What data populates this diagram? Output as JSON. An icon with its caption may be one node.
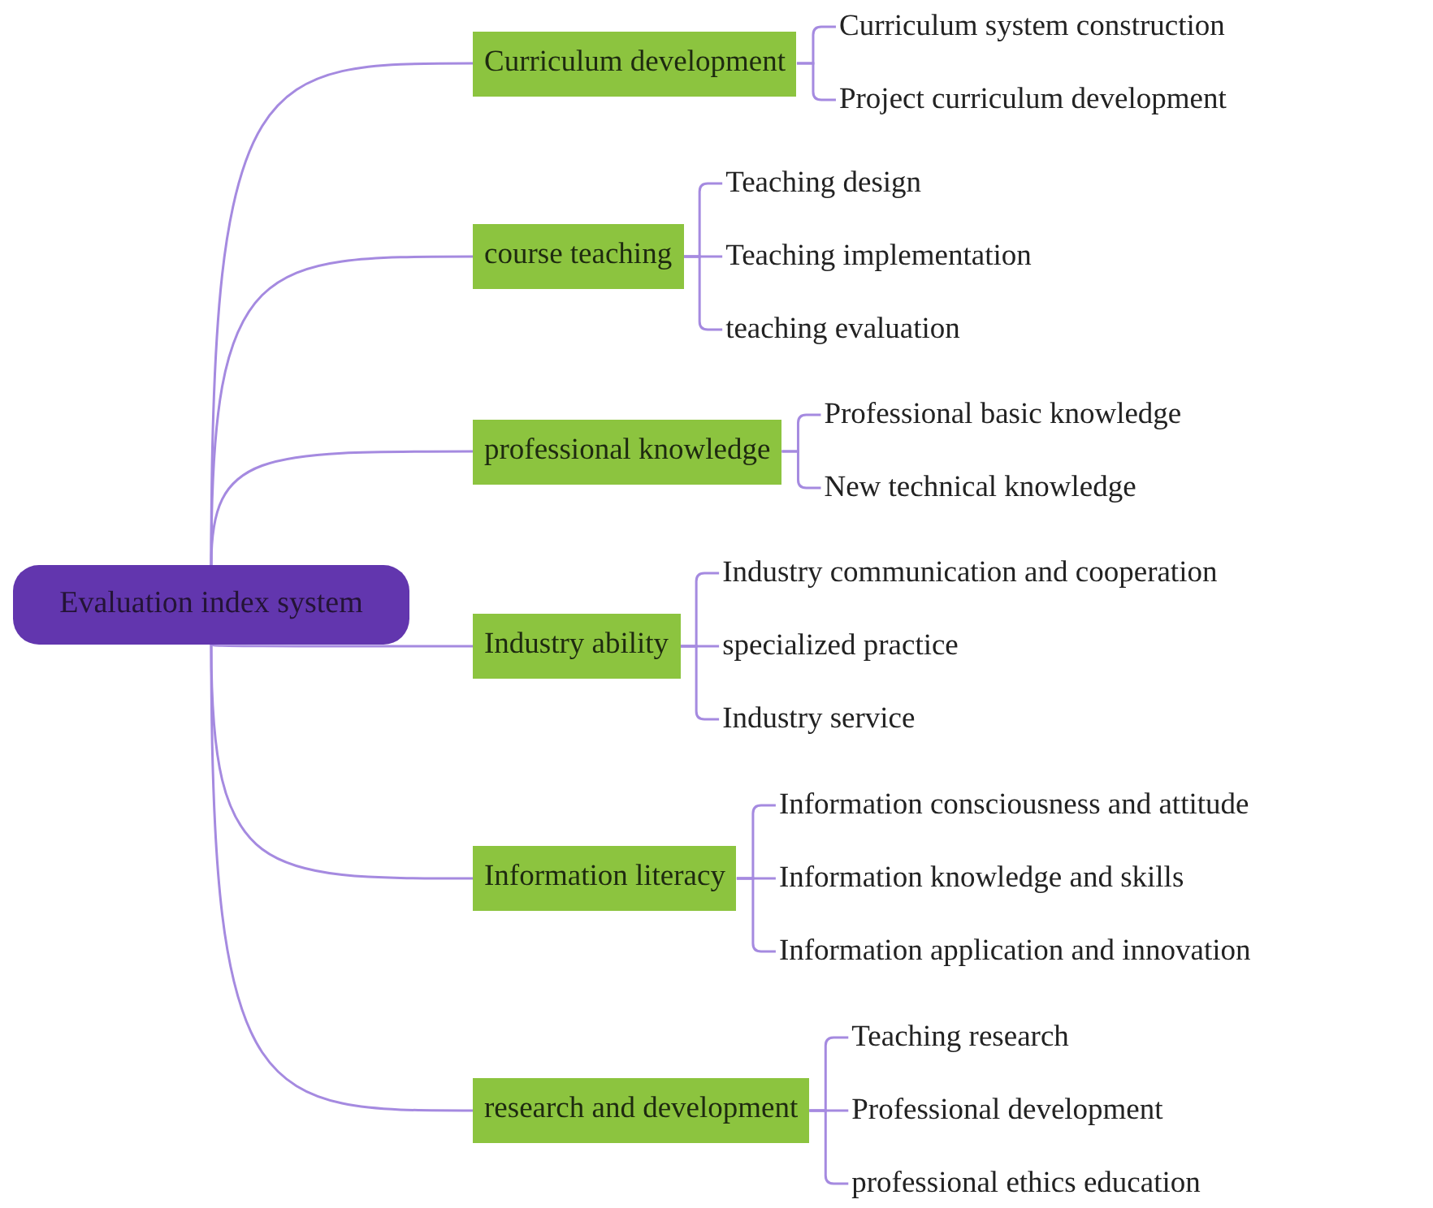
{
  "diagram": {
    "nodes": [
      {
        "text": [
          "Evaluation index system"
        ]
      },
      {
        "text": [
          "Curriculum development"
        ]
      },
      {
        "text": [
          "Curriculum system construction"
        ]
      },
      {
        "text": [
          "Project curriculum development"
        ]
      },
      {
        "text": [
          "course teaching"
        ]
      },
      {
        "text": [
          "Teaching design"
        ]
      },
      {
        "text": [
          "Teaching implementation"
        ]
      },
      {
        "text": [
          "teaching evaluation"
        ]
      },
      {
        "text": [
          "professional knowledge"
        ]
      },
      {
        "text": [
          "Professional basic knowledge"
        ]
      },
      {
        "text": [
          "New technical knowledge"
        ]
      },
      {
        "text": [
          "Industry ability"
        ]
      },
      {
        "text": [
          "Industry communication and cooperation"
        ]
      },
      {
        "text": [
          "specialized practice"
        ]
      },
      {
        "text": [
          "Industry service"
        ]
      },
      {
        "text": [
          "Information literacy"
        ]
      },
      {
        "text": [
          "Information consciousness and attitude"
        ]
      },
      {
        "text": [
          "Information knowledge and skills"
        ]
      },
      {
        "text": [
          "Information application and innovation"
        ]
      },
      {
        "text": [
          "research and development"
        ]
      },
      {
        "text": [
          "Teaching research"
        ]
      },
      {
        "text": [
          "Professional development"
        ]
      },
      {
        "text": [
          "professional ethics education"
        ]
      }
    ],
    "edges": [
      {
        "from": 0,
        "to": 1,
        "arrow": "none"
      },
      {
        "from": 0,
        "to": 4,
        "arrow": "none"
      },
      {
        "from": 0,
        "to": 8,
        "arrow": "none"
      },
      {
        "from": 0,
        "to": 11,
        "arrow": "none"
      },
      {
        "from": 0,
        "to": 15,
        "arrow": "none"
      },
      {
        "from": 0,
        "to": 19,
        "arrow": "none"
      },
      {
        "from": 1,
        "to": 2,
        "arrow": "none"
      },
      {
        "from": 1,
        "to": 3,
        "arrow": "none"
      },
      {
        "from": 4,
        "to": 5,
        "arrow": "none"
      },
      {
        "from": 4,
        "to": 6,
        "arrow": "none"
      },
      {
        "from": 4,
        "to": 7,
        "arrow": "none"
      },
      {
        "from": 8,
        "to": 9,
        "arrow": "none"
      },
      {
        "from": 8,
        "to": 10,
        "arrow": "none"
      },
      {
        "from": 11,
        "to": 12,
        "arrow": "none"
      },
      {
        "from": 11,
        "to": 13,
        "arrow": "none"
      },
      {
        "from": 11,
        "to": 14,
        "arrow": "none"
      },
      {
        "from": 15,
        "to": 16,
        "arrow": "none"
      },
      {
        "from": 15,
        "to": 17,
        "arrow": "none"
      },
      {
        "from": 15,
        "to": 18,
        "arrow": "none"
      },
      {
        "from": 19,
        "to": 20,
        "arrow": "none"
      },
      {
        "from": 19,
        "to": 21,
        "arrow": "none"
      },
      {
        "from": 19,
        "to": 22,
        "arrow": "none"
      }
    ]
  }
}
